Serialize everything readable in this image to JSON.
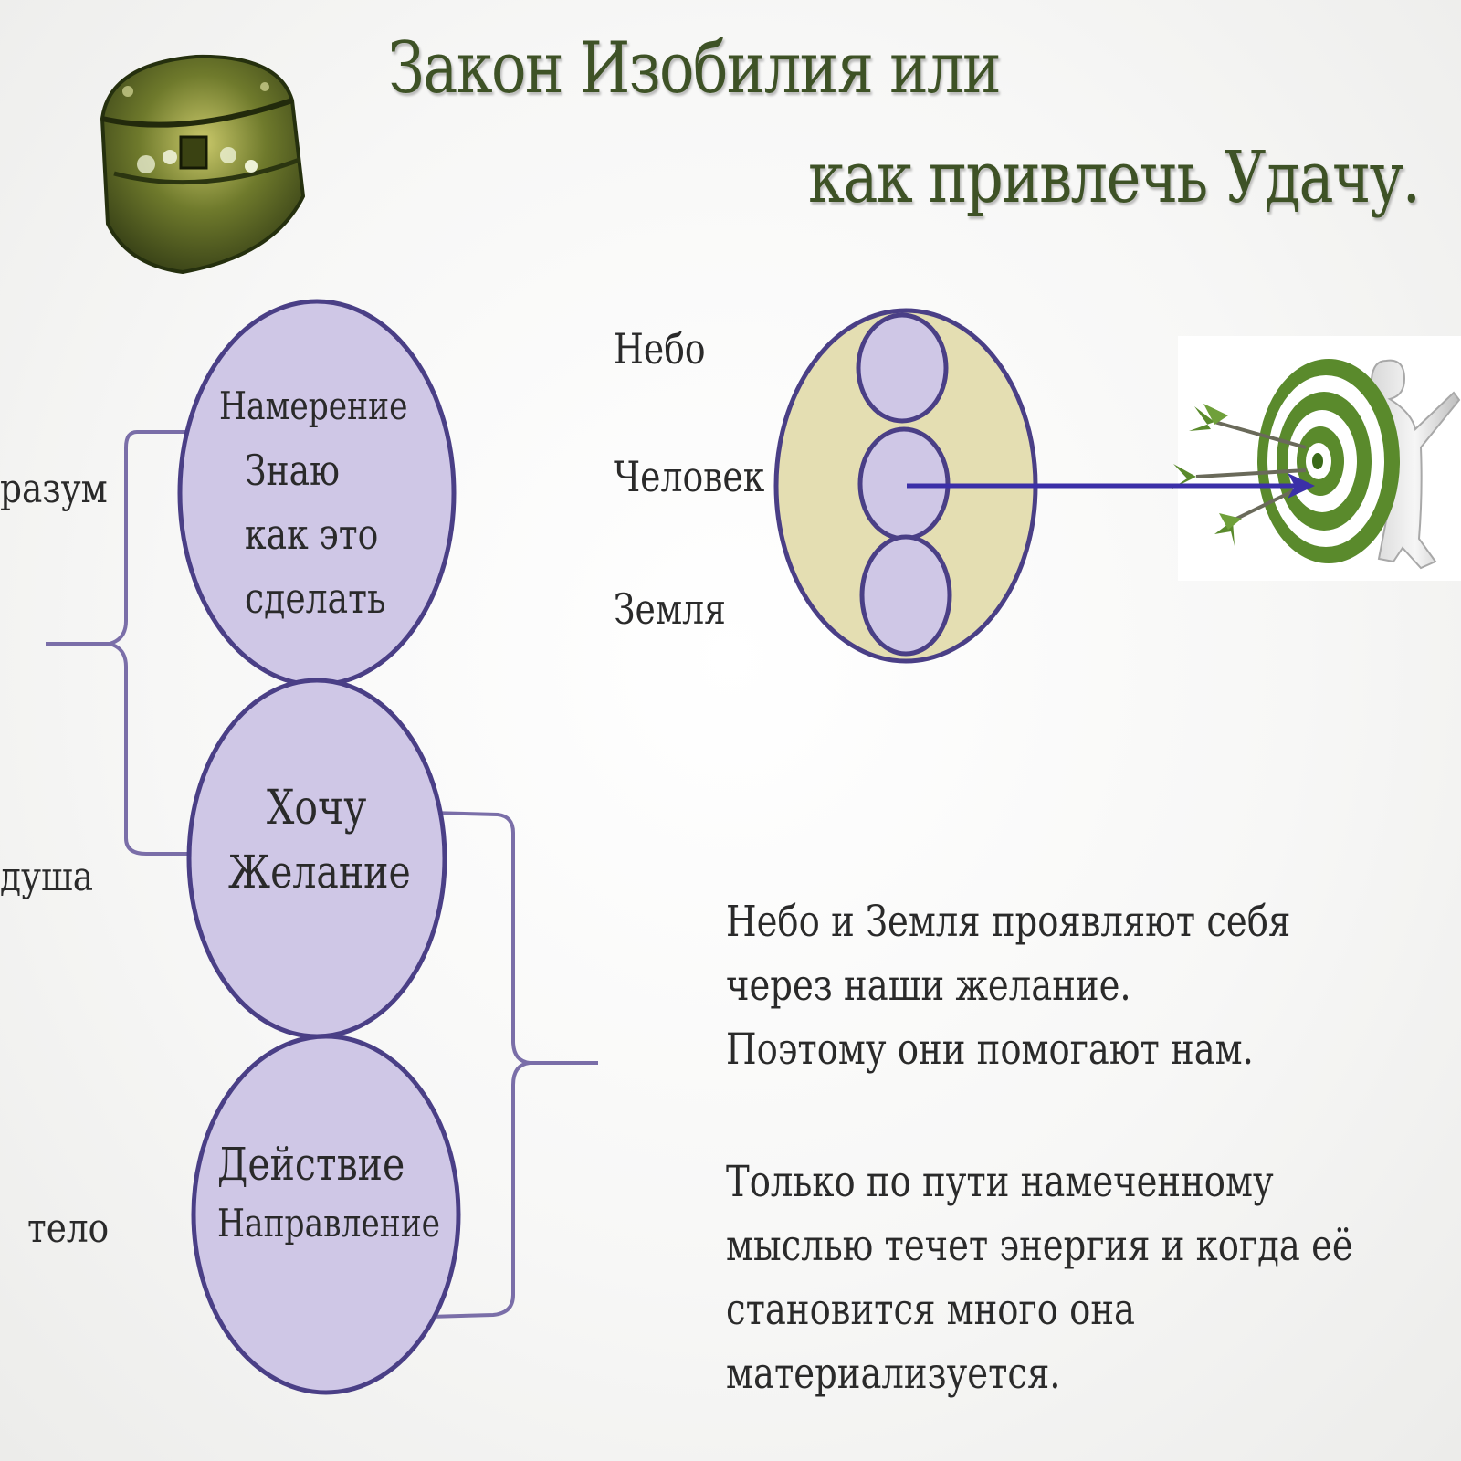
{
  "title": {
    "line1": "Закон Изобилия или",
    "line2": "как привлечь Удачу."
  },
  "side_labels": {
    "mind": "разум",
    "soul": "душа",
    "body": "тело"
  },
  "circles": {
    "top": {
      "line1": "Намерение",
      "line2": "Знаю",
      "line3": "как это",
      "line4": "сделать"
    },
    "middle": {
      "line1": "Хочу",
      "line2": "Желание"
    },
    "bottom": {
      "line1": "Действие",
      "line2": "Направление"
    }
  },
  "levels": {
    "sky": "Небо",
    "human": "Человек",
    "earth": "Земля"
  },
  "description": {
    "paragraph1": [
      "Небо и Земля проявляют себя",
      "через наши желание.",
      "Поэтому они помогают нам."
    ],
    "paragraph2": [
      "Только по пути намеченному",
      "мыслью течет энергия и когда её",
      "становится много она",
      "материализуется."
    ]
  },
  "colors": {
    "title": "#3e5226",
    "circle_fill": "#cfc7e6",
    "circle_stroke": "#4a3f86",
    "outer_circle_fill": "#e4deb2",
    "arrow": "#3b2fa8",
    "bracket": "#7a6ea8",
    "target_green": "#5a8a2c"
  },
  "icons": {
    "chest": "treasure-chest-icon",
    "target": "target-with-arrows-icon"
  }
}
